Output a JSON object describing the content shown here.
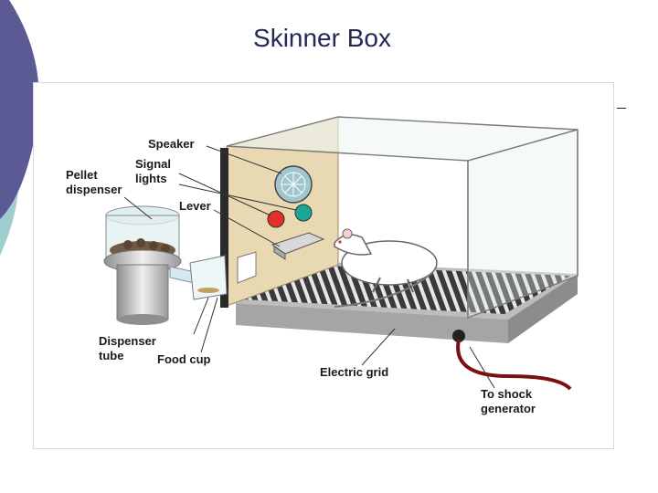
{
  "slide": {
    "title": "Skinner Box"
  },
  "labels": {
    "speaker": "Speaker",
    "signal_1": "Signal",
    "signal_2": "lights",
    "pellet_1": "Pellet",
    "pellet_2": "dispenser",
    "lever": "Lever",
    "tube_1": "Dispenser",
    "tube_2": "tube",
    "food_cup": "Food cup",
    "grid": "Electric grid",
    "shock_1": "To shock",
    "shock_2": "generator"
  },
  "colors": {
    "theme_purple": "#5c5a94",
    "theme_teal": "#9fcdcf",
    "panel": "#e9d9b3",
    "light_red": "#e0312a",
    "light_teal": "#1aa79a",
    "cable": "#7a1014"
  }
}
